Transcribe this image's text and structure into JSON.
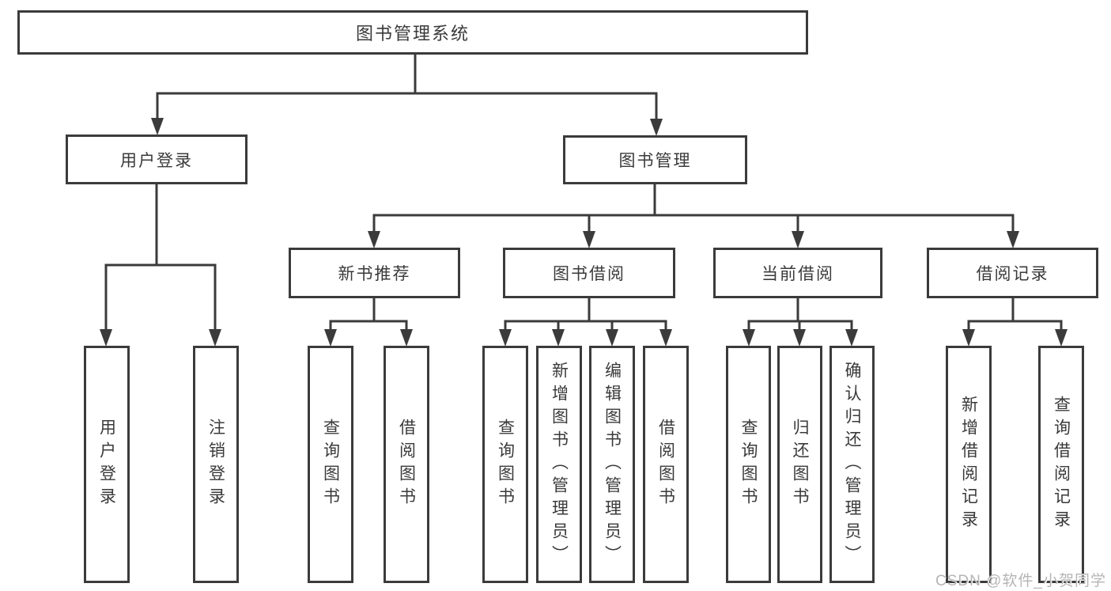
{
  "watermark": "CSDN @软件_小贺同学",
  "colors": {
    "line": "#3b3b3b",
    "text": "#3a3a3a",
    "watermark": "#b5b5b5",
    "background": "#ffffff"
  },
  "tree": {
    "label": "图书管理系统",
    "children": [
      {
        "label": "用户登录",
        "children": [
          {
            "label": "用户登录"
          },
          {
            "label": "注销登录"
          }
        ]
      },
      {
        "label": "图书管理",
        "children": [
          {
            "label": "新书推荐",
            "children": [
              {
                "label": "查询图书"
              },
              {
                "label": "借阅图书"
              }
            ]
          },
          {
            "label": "图书借阅",
            "children": [
              {
                "label": "查询图书"
              },
              {
                "label": "新增图书（管理员）"
              },
              {
                "label": "编辑图书（管理员）"
              },
              {
                "label": "借阅图书"
              }
            ]
          },
          {
            "label": "当前借阅",
            "children": [
              {
                "label": "查询图书"
              },
              {
                "label": "归还图书"
              },
              {
                "label": "确认归还（管理员）"
              }
            ]
          },
          {
            "label": "借阅记录",
            "children": [
              {
                "label": "新增借阅记录"
              },
              {
                "label": "查询借阅记录"
              }
            ]
          }
        ]
      }
    ]
  }
}
